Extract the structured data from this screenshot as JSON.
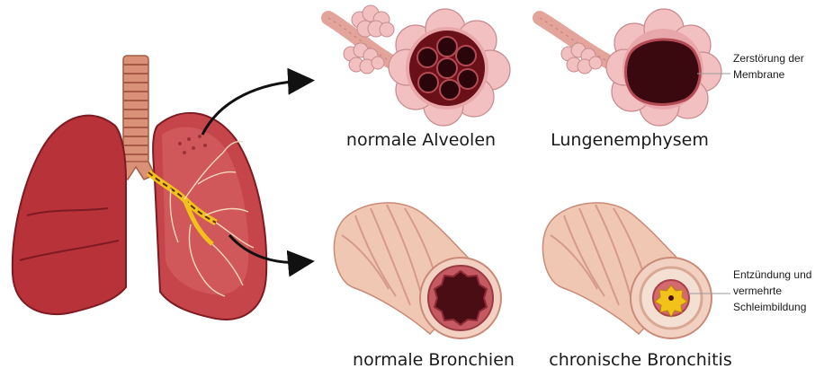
{
  "captions": {
    "normal_alveoli": "normale Alveolen",
    "emphysema": "Lungenemphysem",
    "normal_bronchi": "normale Bronchien",
    "chronic_bronchitis": "chronische Bronchitis"
  },
  "annotations": {
    "membrane_line1": "Zerstörung der",
    "membrane_line2": "Membrane",
    "inflammation_line1": "Entzündung und",
    "inflammation_line2": "vermehrte",
    "inflammation_line3": "Schleimbildung"
  },
  "colors": {
    "lung": "#b8323a",
    "lung_dark": "#8e1f27",
    "trachea": "#e0a48a",
    "tissue_pink": "#efb7b9",
    "bronchus_wall": "#f0c7b3",
    "lumen_dark": "#4a0d14",
    "mucus_yellow": "#f2c21b"
  }
}
